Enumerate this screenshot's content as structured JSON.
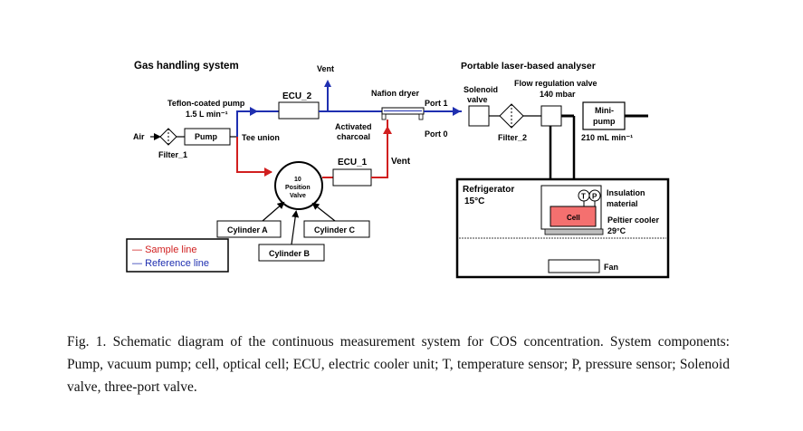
{
  "sections": {
    "gas_handling": "Gas handling system",
    "analyser": "Portable laser-based analyser"
  },
  "labels": {
    "vent_top": "Vent",
    "teflon_pump_1": "Teflon-coated pump",
    "teflon_pump_2": "1.5 L min⁻¹",
    "ecu2": "ECU_2",
    "nafion": "Nafion dryer",
    "port1": "Port 1",
    "port0": "Port 0",
    "solenoid_1": "Solenoid",
    "solenoid_2": "valve",
    "flow_reg_1": "Flow regulation valve",
    "flow_reg_2": "140 mbar",
    "minipump_1": "Mini-",
    "minipump_2": "pump",
    "minipump_flow": "210 mL min⁻¹",
    "air": "Air",
    "pump": "Pump",
    "filter1": "Filter_1",
    "tee_union": "Tee union",
    "activated_1": "Activated",
    "activated_2": "charcoal",
    "filter2": "Filter_2",
    "ecu1": "ECU_1",
    "vent_mid": "Vent",
    "valve_1": "10",
    "valve_2": "Position",
    "valve_3": "Valve",
    "refrigerator": "Refrigerator",
    "ref_temp": "15°C",
    "insulation_1": "Insulation",
    "insulation_2": "material",
    "cell": "Cell",
    "temp_sensor": "T",
    "pressure_sensor": "P",
    "peltier_1": "Peltier cooler",
    "peltier_2": "29°C",
    "fan": "Fan",
    "cyl_a": "Cylinder A",
    "cyl_b": "Cylinder B",
    "cyl_c": "Cylinder C"
  },
  "legend": {
    "sample": "Sample line",
    "reference": "Reference line"
  },
  "caption": "Fig. 1. Schematic diagram of the continuous measurement system for COS concentration. System components: Pump, vacuum pump; cell, optical cell; ECU, electric cooler unit; T, temperature sensor; P, pressure sensor; Solenoid valve, three-port valve.",
  "colors": {
    "sample_line": "#d11f1f",
    "reference_line": "#1f2fb0",
    "cell_fill": "#f4706f",
    "black": "#000000"
  }
}
